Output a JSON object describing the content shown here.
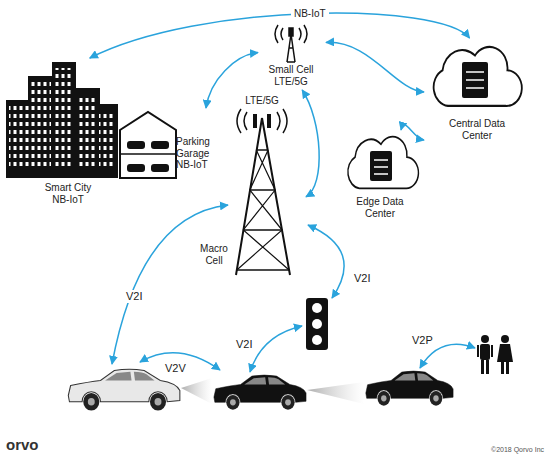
{
  "diagram": {
    "nodes": [
      {
        "text": [
          "Smart City NB-IoT"
        ]
      },
      {
        "text": [
          "Parking Garage NB-IoT"
        ]
      },
      {
        "text": [
          "Small Cell LTE/5G"
        ]
      },
      {
        "text": [
          "Central Data Center"
        ]
      },
      {
        "text": [
          "Edge Data Center"
        ]
      },
      {
        "text": [
          "LTE/5G",
          "Macro Cell"
        ]
      }
    ],
    "edges": [
      {
        "from": 0,
        "to": 3,
        "label": "NB-IoT",
        "arrow": "both"
      },
      {
        "from": 2,
        "to": 1,
        "arrow": "both"
      },
      {
        "from": 2,
        "to": 3,
        "arrow": "both"
      },
      {
        "from": 4,
        "to": 3,
        "arrow": "both"
      },
      {
        "from": 2,
        "to": 5,
        "arrow": "both"
      }
    ],
    "labels": [
      "V2I",
      "V2I",
      "V2P",
      "V2I",
      "V2V",
      "orvo",
      "©2018 Qorvo Inc"
    ]
  }
}
